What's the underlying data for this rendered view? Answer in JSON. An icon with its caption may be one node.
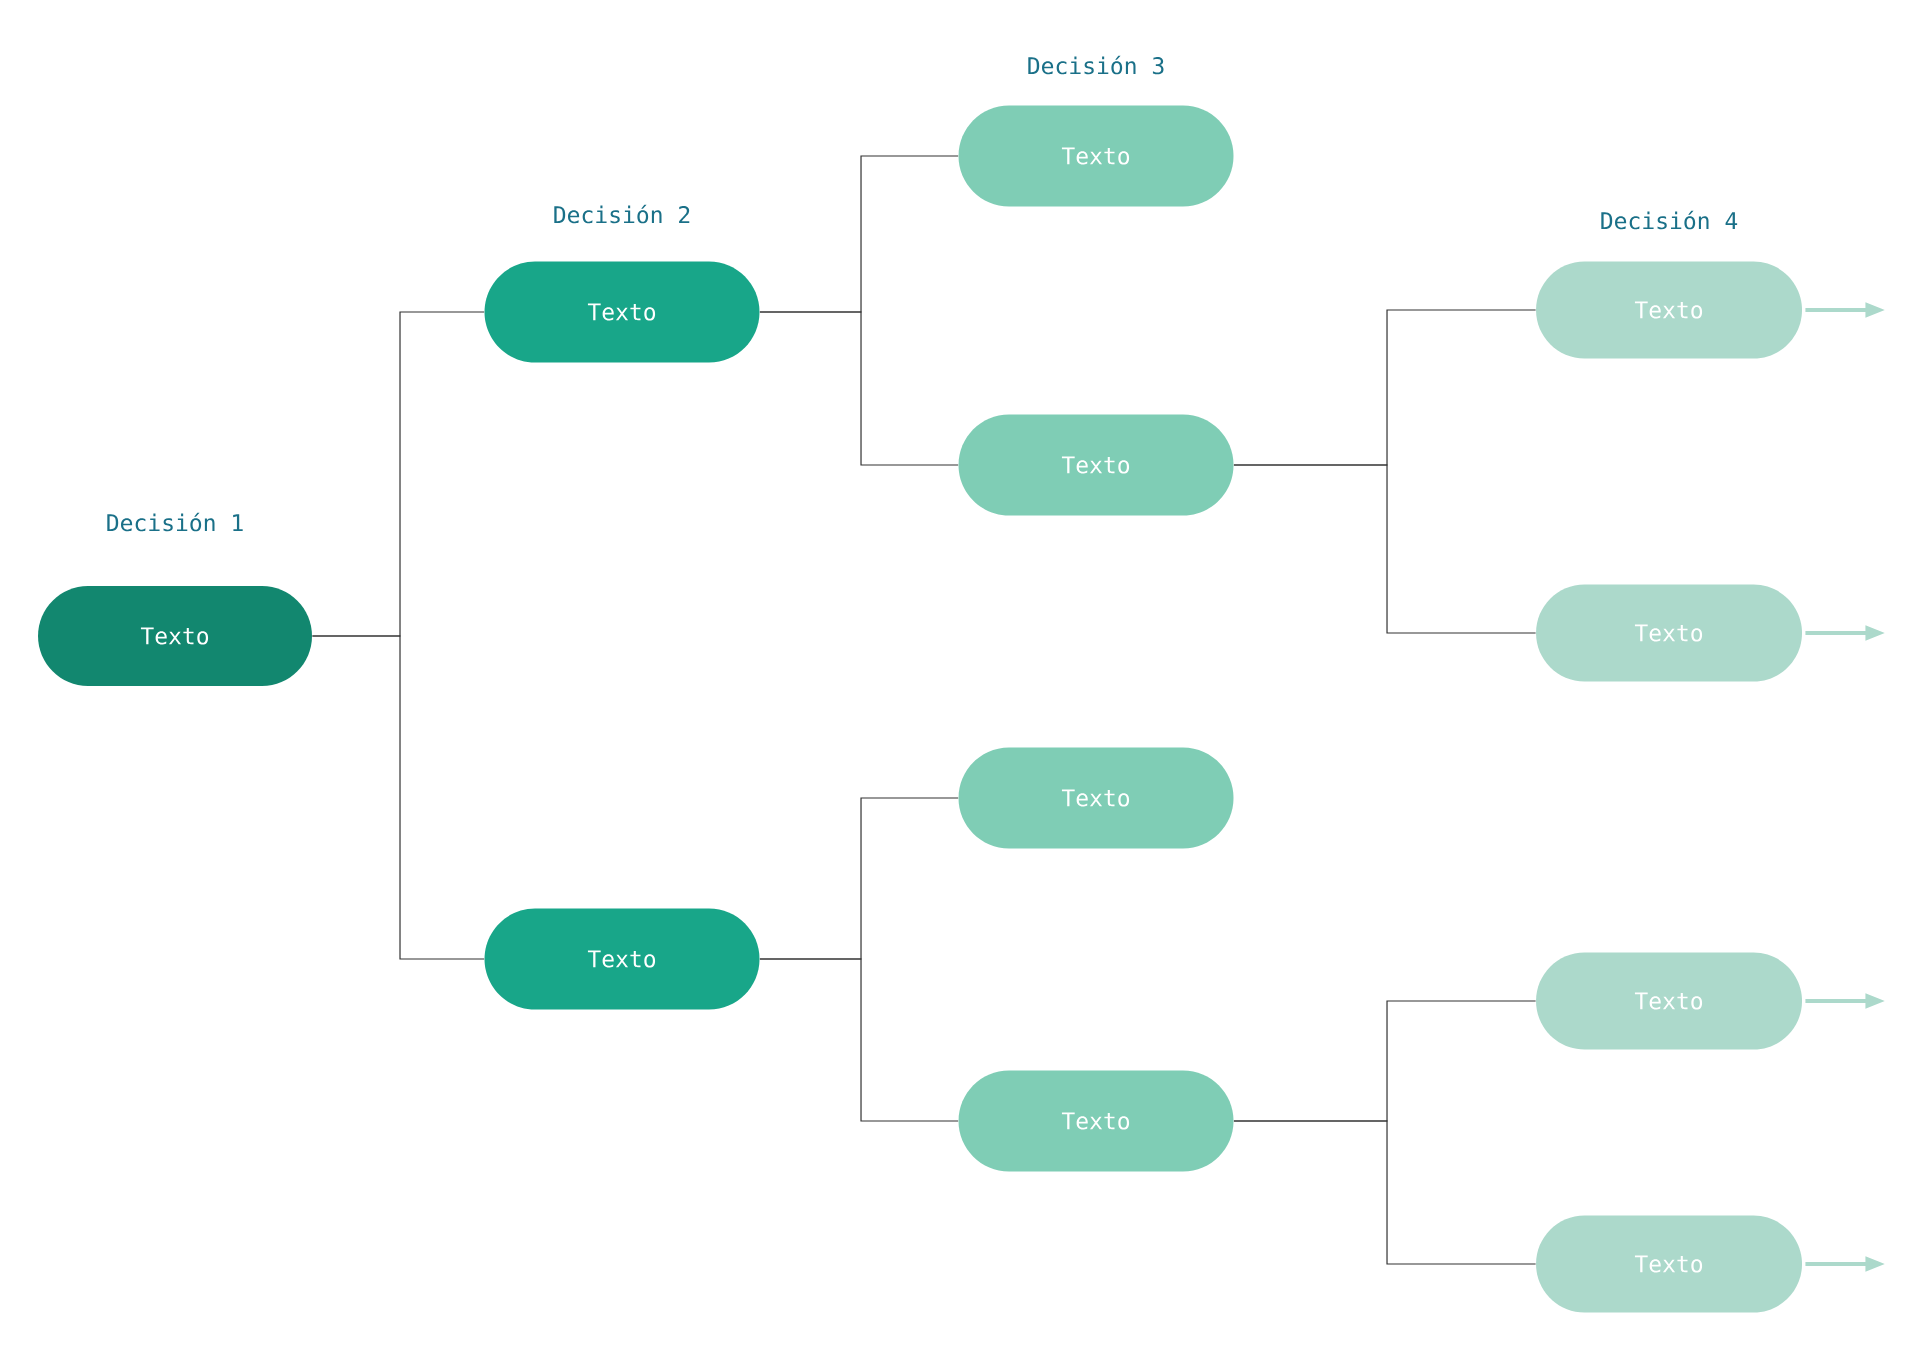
{
  "diagram": {
    "nodes": [
      {
        "text": [
          "Decisión 1",
          "Texto"
        ]
      },
      {
        "text": [
          "Decisión 2",
          "Texto"
        ]
      },
      {
        "text": [
          "Texto"
        ]
      },
      {
        "text": [
          "Decisión 3",
          "Texto"
        ]
      },
      {
        "text": [
          "Texto"
        ]
      },
      {
        "text": [
          "Texto"
        ]
      },
      {
        "text": [
          "Texto"
        ]
      },
      {
        "text": [
          "Decisión 4",
          "Texto"
        ]
      },
      {
        "text": [
          "Texto"
        ]
      },
      {
        "text": [
          "Texto"
        ]
      },
      {
        "text": [
          "Texto"
        ]
      }
    ],
    "edges": [
      {
        "from": 0,
        "to": 1,
        "arrow": "none"
      },
      {
        "from": 0,
        "to": 2,
        "arrow": "none"
      },
      {
        "from": 1,
        "to": 3,
        "arrow": "none"
      },
      {
        "from": 1,
        "to": 4,
        "arrow": "none"
      },
      {
        "from": 2,
        "to": 5,
        "arrow": "none"
      },
      {
        "from": 2,
        "to": 6,
        "arrow": "none"
      },
      {
        "from": 4,
        "to": 7,
        "arrow": "none"
      },
      {
        "from": 4,
        "to": 8,
        "arrow": "none"
      },
      {
        "from": 6,
        "to": 9,
        "arrow": "none"
      },
      {
        "from": 6,
        "to": 10,
        "arrow": "none"
      },
      {
        "from": 7,
        "to": null,
        "arrow": "to",
        "style": "thick",
        "color": "#acd9cb"
      },
      {
        "from": 8,
        "to": null,
        "arrow": "to",
        "style": "thick",
        "color": "#acd9cb"
      },
      {
        "from": 9,
        "to": null,
        "arrow": "to",
        "style": "thick",
        "color": "#acd9cb"
      },
      {
        "from": 10,
        "to": null,
        "arrow": "to",
        "style": "thick",
        "color": "#acd9cb"
      }
    ]
  }
}
